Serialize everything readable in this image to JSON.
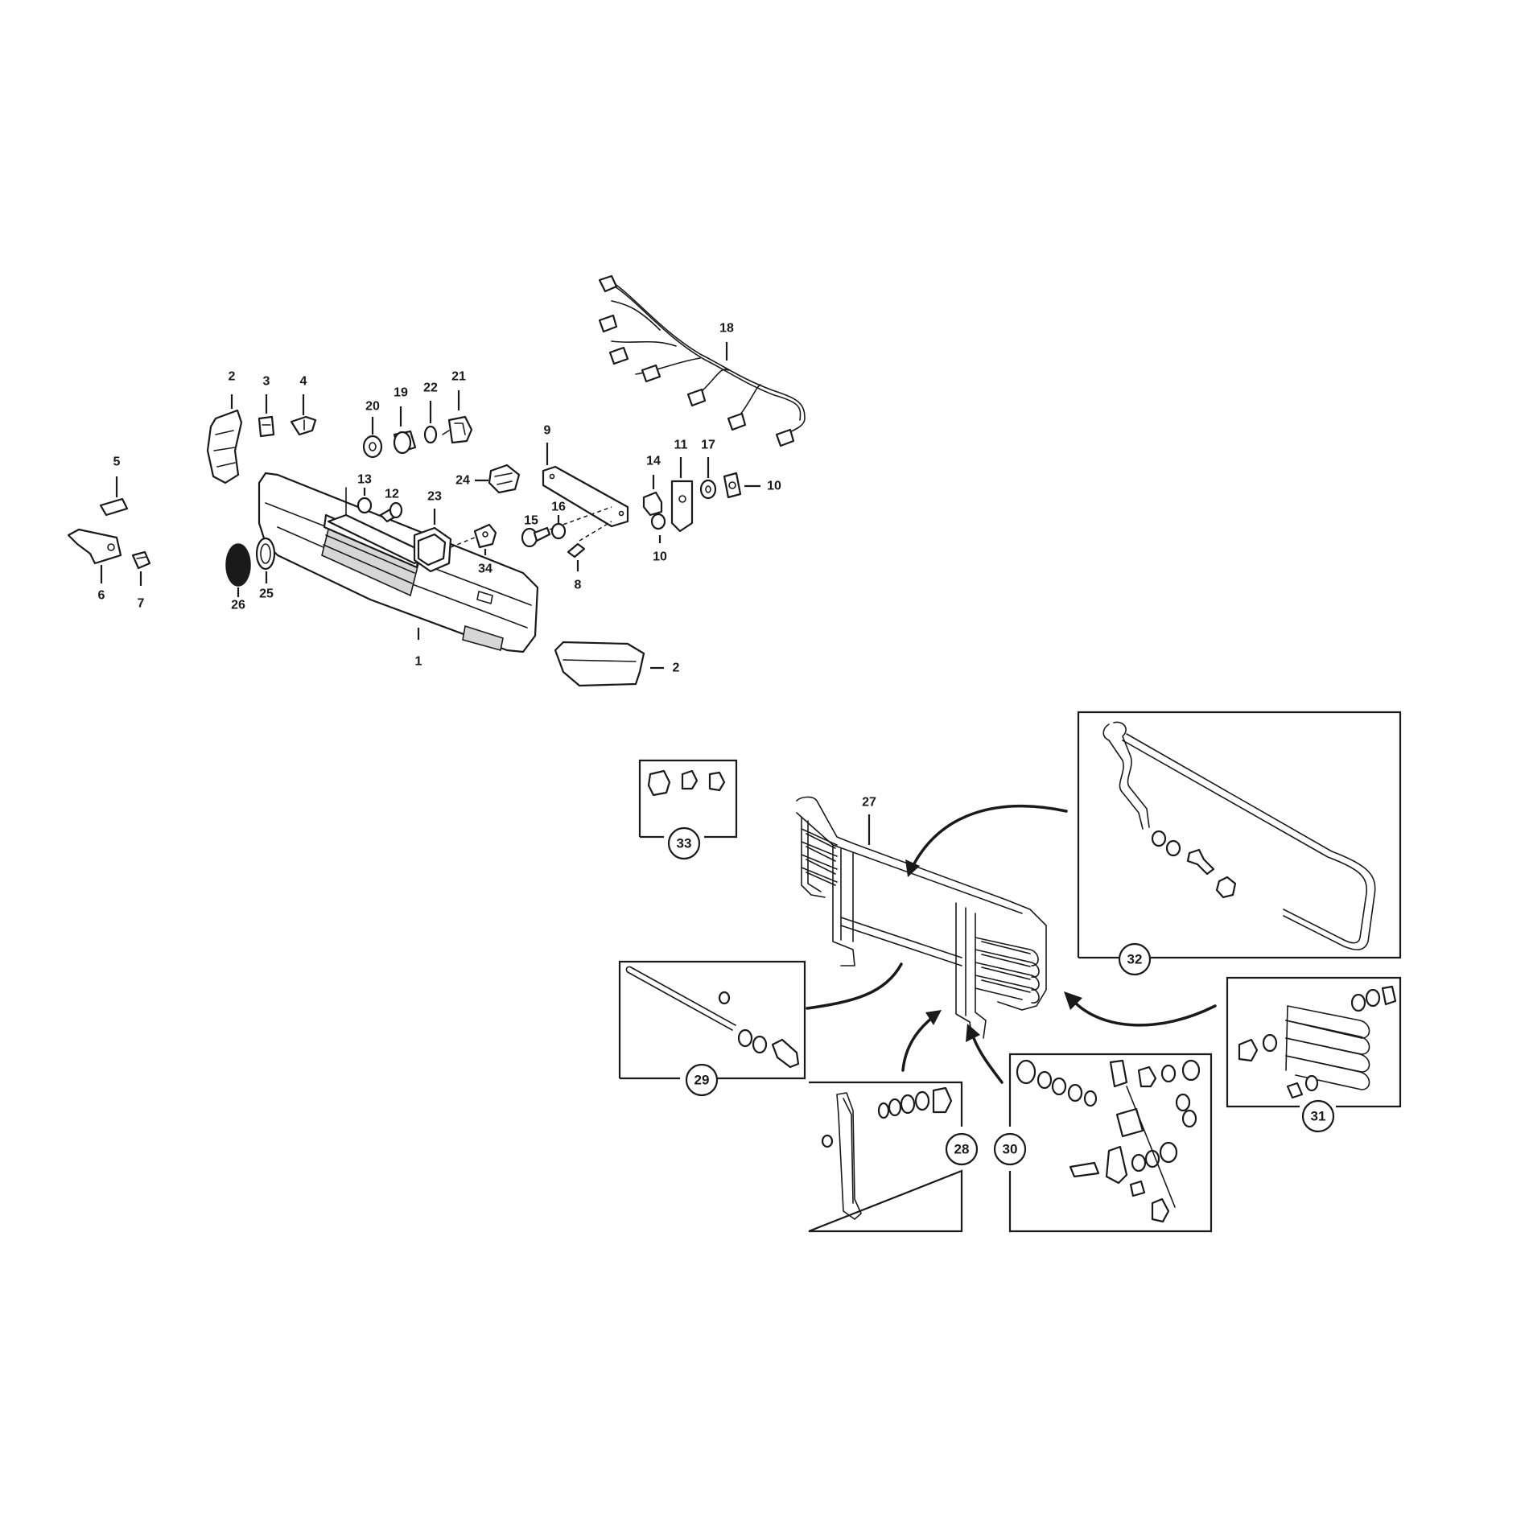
{
  "labels": {
    "l1": "1",
    "l2a": "2",
    "l2b": "2",
    "l3": "3",
    "l4": "4",
    "l5": "5",
    "l6": "6",
    "l7": "7",
    "l8": "8",
    "l9": "9",
    "l10a": "10",
    "l10b": "10",
    "l11": "11",
    "l12": "12",
    "l13": "13",
    "l14": "14",
    "l15": "15",
    "l16": "16",
    "l17": "17",
    "l18": "18",
    "l19": "19",
    "l20": "20",
    "l21": "21",
    "l22": "22",
    "l23": "23",
    "l24": "24",
    "l25": "25",
    "l26": "26",
    "l27": "27",
    "l34": "34"
  },
  "callouts": {
    "c28": "28",
    "c29": "29",
    "c30": "30",
    "c31": "31",
    "c32": "32",
    "c33": "33"
  }
}
